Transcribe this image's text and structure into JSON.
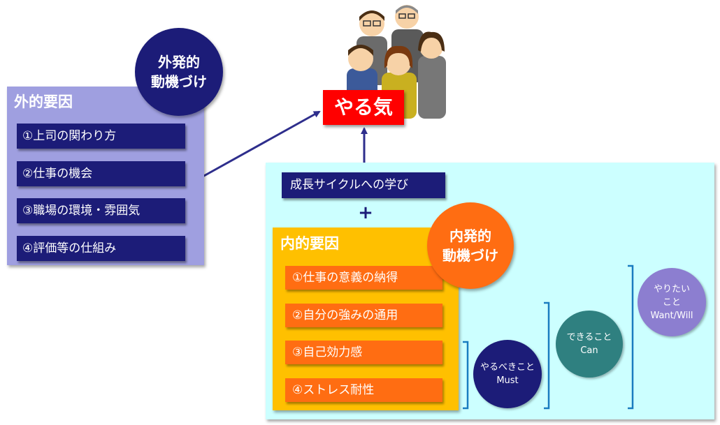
{
  "external": {
    "title": "外的要因",
    "items": [
      "①上司の関わり方",
      "②仕事の機会",
      "③職場の環境・雰囲気",
      "④評価等の仕組み"
    ],
    "motivation_line1": "外発的",
    "motivation_line2": "動機づけ"
  },
  "center": {
    "badge": "やる気"
  },
  "internal": {
    "growth_label": "成長サイクルへの学び",
    "plus": "+",
    "title": "内的要因",
    "items": [
      "①仕事の意義の納得",
      "②自分の強みの通用",
      "③自己効力感",
      "④ストレス耐性"
    ],
    "motivation_line1": "内発的",
    "motivation_line2": "動機づけ"
  },
  "circles": {
    "must": {
      "line1": "やるべきこと",
      "line2": "Must"
    },
    "can": {
      "line1": "できること",
      "line2": "Can"
    },
    "will": {
      "line1": "やりたい",
      "line2": "こと",
      "line3": "Want/Will"
    }
  },
  "colors": {
    "navy": "#1c1c78",
    "ext_panel": "#9f9fe0",
    "int_panel": "#ffc000",
    "orange": "#ff6d12",
    "red": "#ff0000",
    "cyan_area": "#ccffff",
    "teal": "#2f8080",
    "lavender": "#8c7ed0",
    "bracket": "#1a7cc0"
  }
}
